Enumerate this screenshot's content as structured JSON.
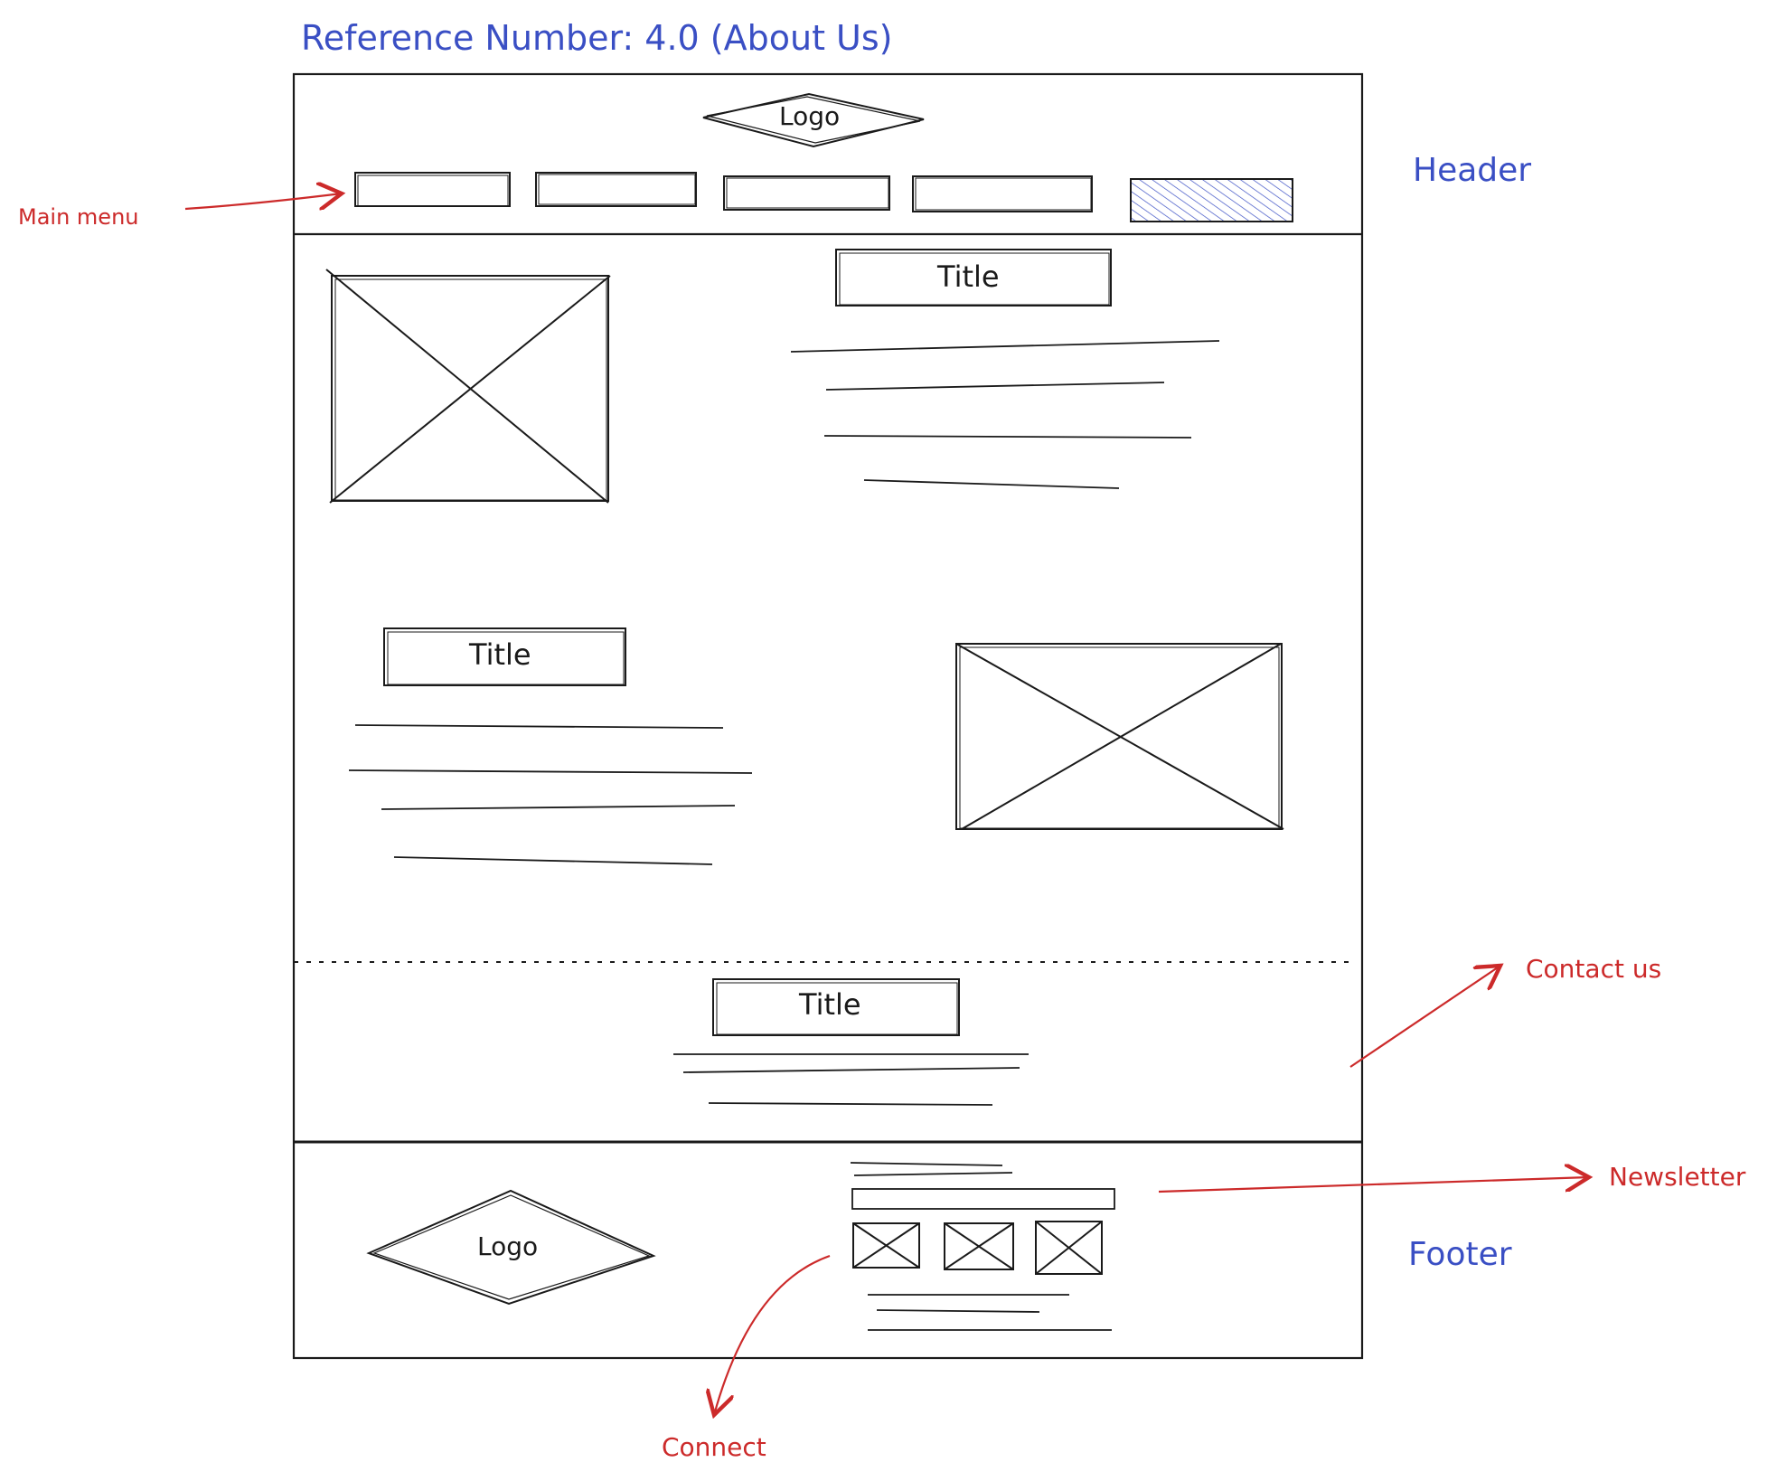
{
  "page_title": "Reference Number: 4.0 (About Us)",
  "section_labels": {
    "header": "Header",
    "footer": "Footer"
  },
  "annotations": {
    "main_menu": "Main menu",
    "contact_us": "Contact us",
    "newsletter": "Newsletter",
    "connect": "Connect"
  },
  "wireframe": {
    "header": {
      "logo_label": "Logo",
      "menu_items_count": 5,
      "active_menu_index": 4
    },
    "content": {
      "block1_title": "Title",
      "block2_title": "Title",
      "contact_title": "Title"
    },
    "footer": {
      "logo_label": "Logo",
      "social_icons_count": 3
    }
  },
  "colors": {
    "sketch": "#1a1a1a",
    "label_blue": "#3a4fc4",
    "annotation_red": "#cc2a2a",
    "active_fill": "#3a4fc4"
  }
}
